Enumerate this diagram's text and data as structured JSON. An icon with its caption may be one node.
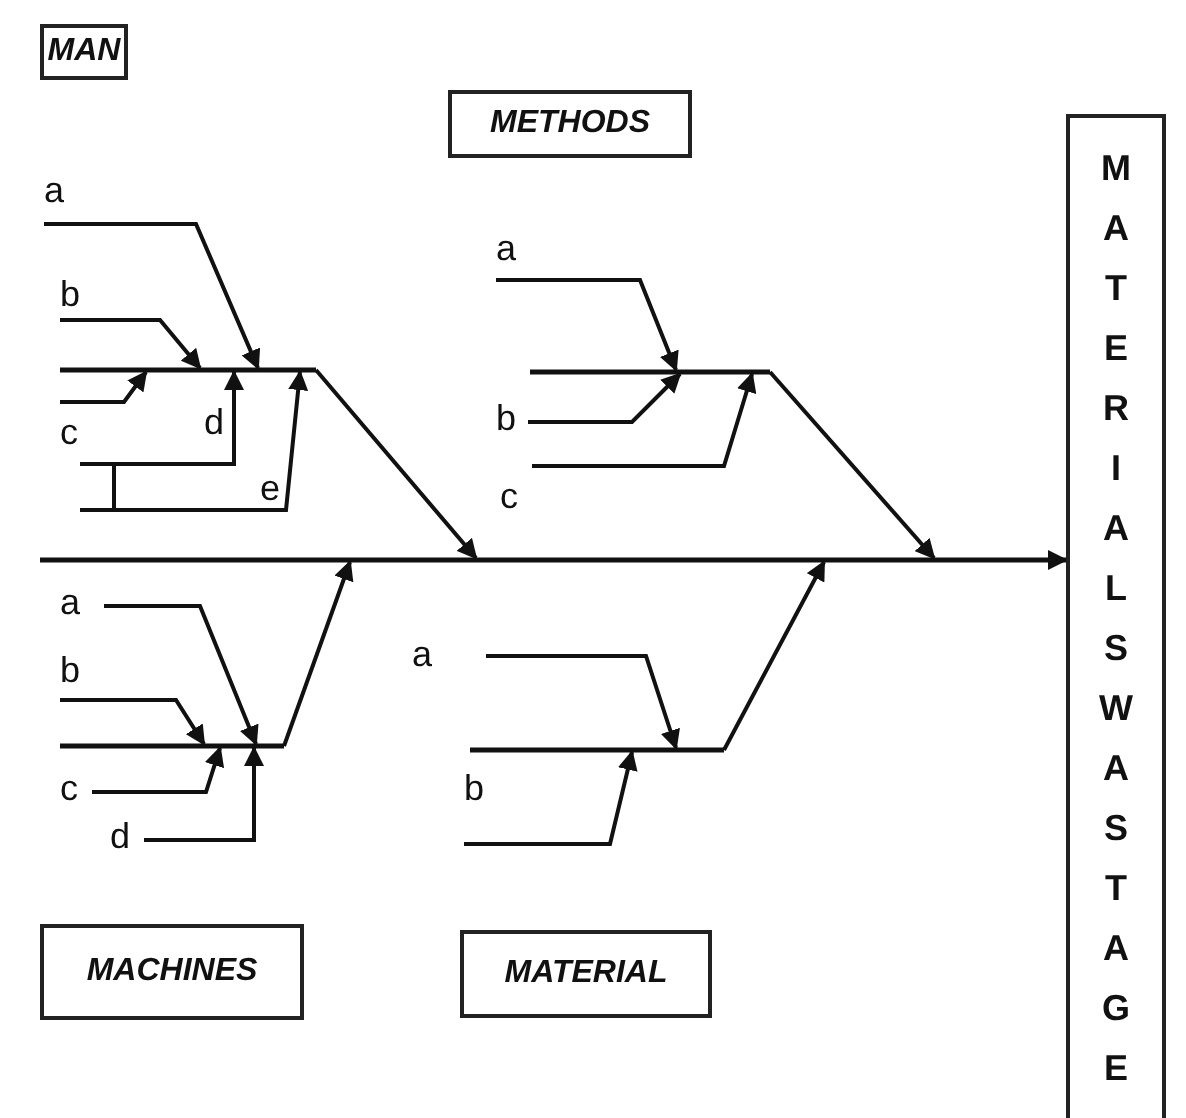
{
  "diagram": {
    "nodes": [
      {
        "text": [
          "MAN"
        ]
      },
      {
        "text": [
          "METHODS"
        ]
      },
      {
        "text": [
          "MATERIALS WASTAGE"
        ]
      },
      {
        "text": [],
        "shape": "line"
      },
      {
        "text": [
          "a"
        ]
      },
      {
        "text": [
          "b"
        ]
      },
      {
        "text": [
          "c"
        ]
      },
      {
        "text": [
          "d"
        ]
      },
      {
        "text": [
          "e"
        ]
      },
      {
        "text": [],
        "shape": "line"
      },
      {
        "text": [
          "a"
        ]
      },
      {
        "text": [
          "b"
        ]
      },
      {
        "text": [
          "c"
        ]
      },
      {
        "text": [],
        "shape": "line"
      },
      {
        "text": [],
        "shape": "line"
      },
      {
        "text": [
          "a"
        ]
      },
      {
        "text": [
          "b"
        ]
      },
      {
        "text": [
          "c"
        ]
      },
      {
        "text": [
          "d"
        ]
      },
      {
        "text": [],
        "shape": "line"
      },
      {
        "text": [
          "a"
        ]
      },
      {
        "text": [
          "b"
        ]
      },
      {
        "text": [
          "MACHINES"
        ]
      },
      {
        "text": [
          "MATERIAL"
        ]
      }
    ],
    "edges": [
      {
        "from": 4,
        "to": 3,
        "arrow": "to"
      },
      {
        "from": 5,
        "to": 3,
        "arrow": "to"
      },
      {
        "from": 6,
        "to": 3,
        "arrow": "to"
      },
      {
        "from": 7,
        "to": 3,
        "arrow": "to"
      },
      {
        "from": 8,
        "to": 3,
        "arrow": "to"
      },
      {
        "from": 3,
        "to": 13,
        "arrow": "to"
      },
      {
        "from": 10,
        "to": 9,
        "arrow": "to"
      },
      {
        "from": 11,
        "to": 9,
        "arrow": "to"
      },
      {
        "from": 12,
        "to": 9,
        "arrow": "to"
      },
      {
        "from": 9,
        "to": 13,
        "arrow": "to"
      },
      {
        "from": 15,
        "to": 14,
        "arrow": "to"
      },
      {
        "from": 16,
        "to": 14,
        "arrow": "to"
      },
      {
        "from": 17,
        "to": 14,
        "arrow": "to"
      },
      {
        "from": 18,
        "to": 14,
        "arrow": "to"
      },
      {
        "from": 14,
        "to": 13,
        "arrow": "to"
      },
      {
        "from": 20,
        "to": 19,
        "arrow": "to"
      },
      {
        "from": 21,
        "to": 19,
        "arrow": "to"
      },
      {
        "from": 19,
        "to": 13,
        "arrow": "to"
      },
      {
        "from": 13,
        "to": 2,
        "arrow": "to"
      }
    ]
  }
}
